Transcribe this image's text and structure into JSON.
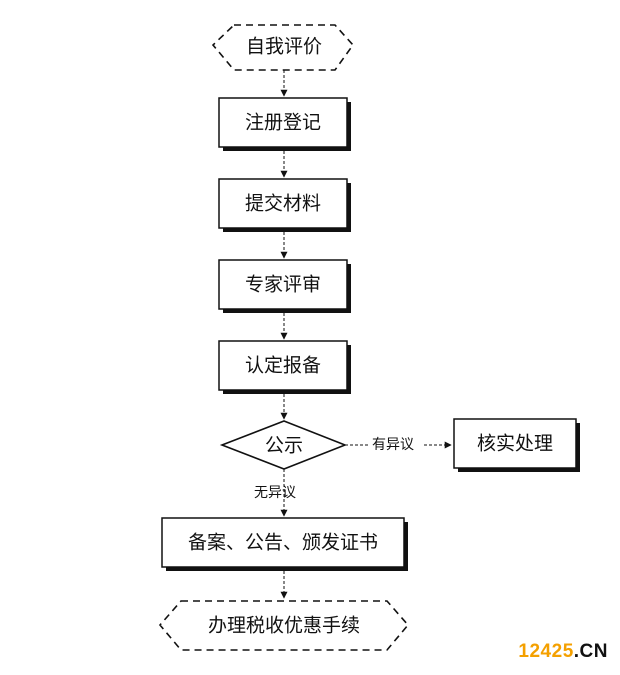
{
  "nodes": {
    "self_eval": "自我评价",
    "register": "注册登记",
    "submit": "提交材料",
    "review": "专家评审",
    "report": "认定报备",
    "publicity": "公示",
    "verify": "核实处理",
    "filing": "备案、公告、颁发证书",
    "tax": "办理税收优惠手续"
  },
  "edges": {
    "objection": "有异议",
    "no_objection": "无异议"
  },
  "watermark": {
    "number": "12425",
    "suffix": ".CN"
  }
}
